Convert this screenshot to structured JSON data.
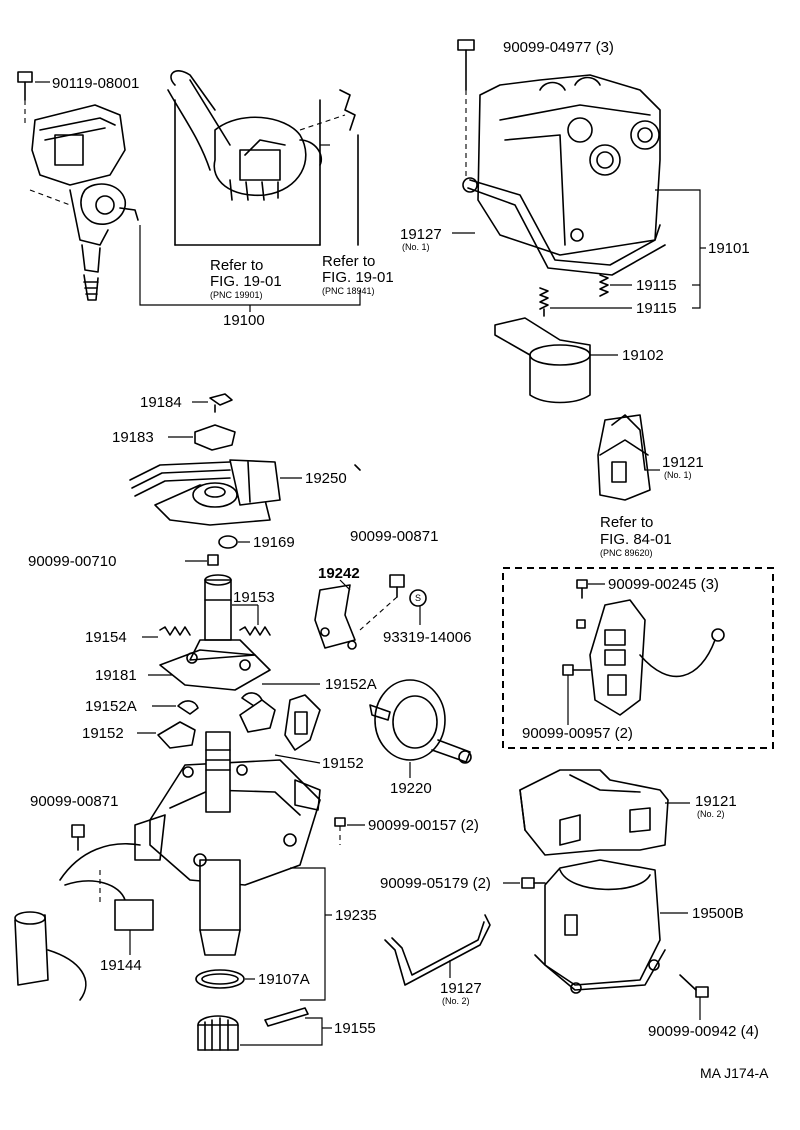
{
  "diagram": {
    "code": "MA J174-A",
    "labels": {
      "p90119_08001": "90119-08001",
      "p90099_04977": "90099-04977 (3)",
      "ref1_a": "Refer to",
      "ref1_b": "FIG. 19-01",
      "ref1_c": "(PNC 19901)",
      "ref2_a": "Refer to",
      "ref2_b": "FIG. 19-01",
      "ref2_c": "(PNC 18941)",
      "p19100": "19100",
      "p19127_1": "19127",
      "p19127_1_sub": "(No. 1)",
      "p19101": "19101",
      "p19115_a": "19115",
      "p19115_b": "19115",
      "p19102": "19102",
      "p19184": "19184",
      "p19183": "19183",
      "p19250": "19250",
      "p19121_1": "19121",
      "p19121_1_sub": "(No. 1)",
      "ref3_a": "Refer to",
      "ref3_b": "FIG. 84-01",
      "ref3_c": "(PNC 89620)",
      "p90099_00871_a": "90099-00871",
      "p19169": "19169",
      "p90099_00710": "90099-00710",
      "p19242": "19242",
      "p19153": "19153",
      "p93319_14006": "93319-14006",
      "p90099_00245": "90099-00245 (3)",
      "p19154": "19154",
      "p19181": "19181",
      "p19152A_a": "19152A",
      "p19152A_b": "19152A",
      "p19152_a": "19152",
      "p19152_b": "19152",
      "p90099_00957": "90099-00957 (2)",
      "p19220": "19220",
      "p90099_00871_b": "90099-00871",
      "p90099_00157": "90099-00157 (2)",
      "p19121_2": "19121",
      "p19121_2_sub": "(No. 2)",
      "p90099_05179": "90099-05179 (2)",
      "p19500B": "19500B",
      "p19235": "19235",
      "p19144": "19144",
      "p19107A": "19107A",
      "p19127_2": "19127",
      "p19127_2_sub": "(No. 2)",
      "p90099_00942": "90099-00942 (4)",
      "p19155": "19155"
    }
  }
}
